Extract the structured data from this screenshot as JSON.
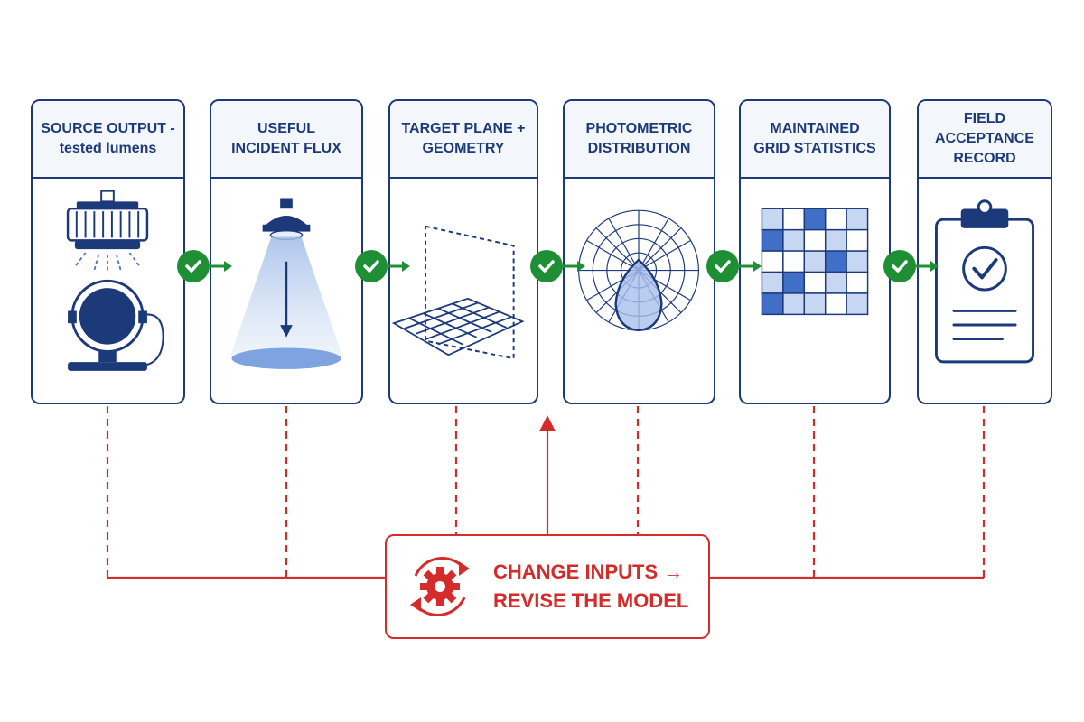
{
  "steps": [
    {
      "title": "SOURCE OUTPUT -\ntested lumens",
      "icon": "luminaire-and-photometer-icon"
    },
    {
      "title": "USEFUL\nINCIDENT FLUX",
      "icon": "light-beam-icon"
    },
    {
      "title": "TARGET PLANE +\nGEOMETRY",
      "icon": "grid-plane-icon"
    },
    {
      "title": "PHOTOMETRIC\nDISTRIBUTION",
      "icon": "polar-plot-icon"
    },
    {
      "title": "MAINTAINED\nGRID STATISTICS",
      "icon": "heatmap-grid-icon"
    },
    {
      "title": "FIELD\nACCEPTANCE\nRECORD",
      "icon": "clipboard-check-icon"
    }
  ],
  "transitions": {
    "icon": "check-icon",
    "count": 5
  },
  "feedback": {
    "line1": "CHANGE INPUTS →",
    "line2": "REVISE THE MODEL",
    "icon": "refresh-gear-icon"
  },
  "colors": {
    "primary": "#1c3a7a",
    "check_green": "#1f8f36",
    "feedback_red": "#d42b2b",
    "light_blue": "#7ea3e0"
  }
}
